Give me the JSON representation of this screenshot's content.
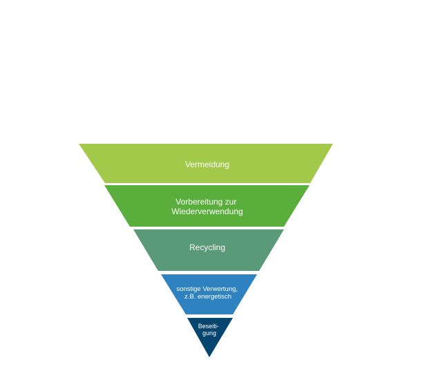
{
  "diagram": {
    "type": "inverted-pyramid",
    "tiers": [
      {
        "lines": [
          "Vermeidung"
        ],
        "color": "#a2c94a"
      },
      {
        "lines": [
          "Vorbereitung zur",
          "Wiederverwendung"
        ],
        "color": "#5aae3b"
      },
      {
        "lines": [
          "Recycling"
        ],
        "color": "#5a9a78"
      },
      {
        "lines": [
          "sonstige Verwertung,",
          "z.B. energetisch"
        ],
        "color": "#2f82c0"
      },
      {
        "lines": [
          "Beseiti-",
          "gung"
        ],
        "color": "#06456f"
      }
    ]
  }
}
